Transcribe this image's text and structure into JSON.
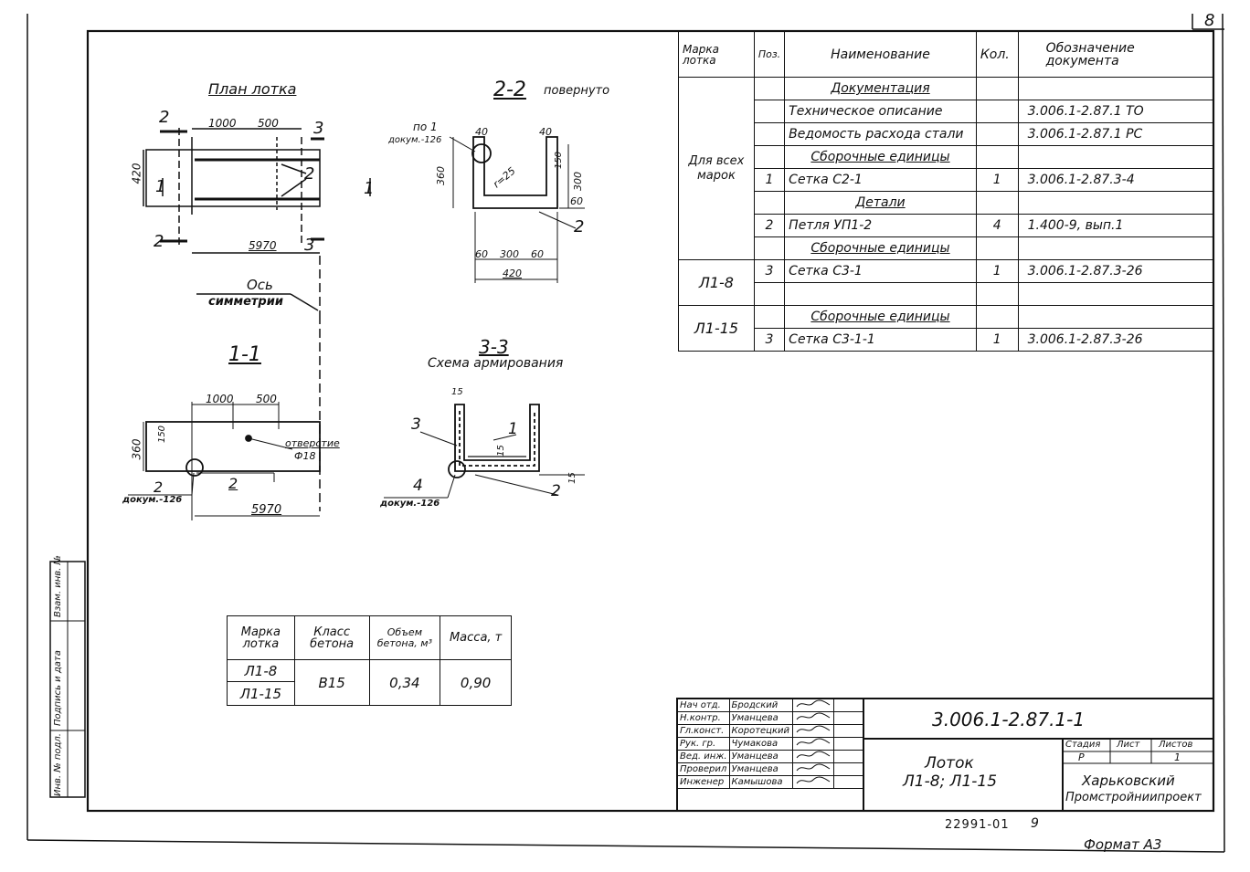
{
  "page": {
    "sheet_number": "8",
    "bottom_code": "22991-01",
    "bottom_code_num": "9",
    "format": "Формат А3"
  },
  "drawings": {
    "plan_title": "План лотка",
    "plan_dims": [
      "1000",
      "500",
      "420",
      "5970"
    ],
    "section_22_title": "2-2",
    "section_22_sub": "повернуто",
    "section_22_dims": [
      "40",
      "40",
      "150",
      "360",
      "300",
      "60",
      "60",
      "300",
      "60",
      "420"
    ],
    "section_22_notes": [
      "по 1",
      "докум.-126",
      "r=25"
    ],
    "axis_label": "Ось",
    "axis_label2": "симметрии",
    "section_11_title": "1-1",
    "section_11_dims": [
      "1000",
      "500",
      "150",
      "360",
      "5970"
    ],
    "hole_label": "отверстие",
    "hole_dia": "Ф18",
    "section_11_notes": [
      "2",
      "докум.-126",
      "2"
    ],
    "section_33_title": "3-3",
    "section_33_sub": "Схема армирования",
    "section_33_dims": [
      "15",
      "15",
      "15"
    ],
    "section_33_notes": [
      "3",
      "1",
      "4",
      "докум.-126",
      "2"
    ],
    "markers": [
      "2",
      "2",
      "3",
      "3",
      "1",
      "1",
      "2"
    ]
  },
  "spec_table": {
    "headers": [
      "Марка лотка",
      "Поз.",
      "Наименование",
      "Кол.",
      "Обозначение документа"
    ],
    "rows": [
      {
        "mark": "",
        "pos": "",
        "name": "Документация",
        "qty": "",
        "doc": "",
        "heading": true
      },
      {
        "mark": "",
        "pos": "",
        "name": "Техническое описание",
        "qty": "",
        "doc": "3.006.1-2.87.1 ТО"
      },
      {
        "mark": "",
        "pos": "",
        "name": "Ведомость расхода стали",
        "qty": "",
        "doc": "3.006.1-2.87.1 РС"
      },
      {
        "mark": "Для всех марок",
        "pos": "",
        "name": "Сборочные единицы",
        "qty": "",
        "doc": "",
        "heading": true
      },
      {
        "mark": "",
        "pos": "1",
        "name": "Сетка С2-1",
        "qty": "1",
        "doc": "3.006.1-2.87.3-4"
      },
      {
        "mark": "",
        "pos": "",
        "name": "Детали",
        "qty": "",
        "doc": "",
        "heading": true
      },
      {
        "mark": "",
        "pos": "2",
        "name": "Петля УП1-2",
        "qty": "4",
        "doc": "1.400-9, вып.1"
      },
      {
        "mark": "",
        "pos": "",
        "name": "Сборочные единицы",
        "qty": "",
        "doc": "",
        "heading": true
      },
      {
        "mark": "Л1-8",
        "pos": "3",
        "name": "Сетка С3-1",
        "qty": "1",
        "doc": "3.006.1-2.87.3-26"
      },
      {
        "mark": "",
        "pos": "",
        "name": "",
        "qty": "",
        "doc": ""
      },
      {
        "mark": "",
        "pos": "",
        "name": "Сборочные единицы",
        "qty": "",
        "doc": "",
        "heading": true
      },
      {
        "mark": "Л1-15",
        "pos": "3",
        "name": "Сетка С3-1-1",
        "qty": "1",
        "doc": "3.006.1-2.87.3-26"
      }
    ]
  },
  "mass_table": {
    "headers": [
      "Марка лотка",
      "Класс бетона",
      "Объем бетона, м³",
      "Масса, т"
    ],
    "marks": [
      "Л1-8",
      "Л1-15"
    ],
    "concrete_class": "В15",
    "volume": "0,34",
    "mass": "0,90"
  },
  "title_block": {
    "roles": [
      "Нач отд.",
      "Н.контр.",
      "Гл.конст.",
      "Рук. гр.",
      "Вед. инж.",
      "Проверил",
      "Инженер"
    ],
    "names": [
      "Бродский",
      "Уманцева",
      "Коротецкий",
      "Чумакова",
      "Уманцева",
      "Уманцева",
      "Камышова"
    ],
    "doc_code": "3.006.1-2.87.1-1",
    "item_name": "Лоток",
    "item_marks": "Л1-8; Л1-15",
    "stage_label": "Стадия",
    "sheet_label": "Лист",
    "sheets_label": "Листов",
    "stage": "Р",
    "sheets": "1",
    "org1": "Харьковский",
    "org2": "Промстройниипроект"
  },
  "side_stamp": [
    "Инв. № подл.",
    "Подпись и дата",
    "Взам. инв. №"
  ]
}
